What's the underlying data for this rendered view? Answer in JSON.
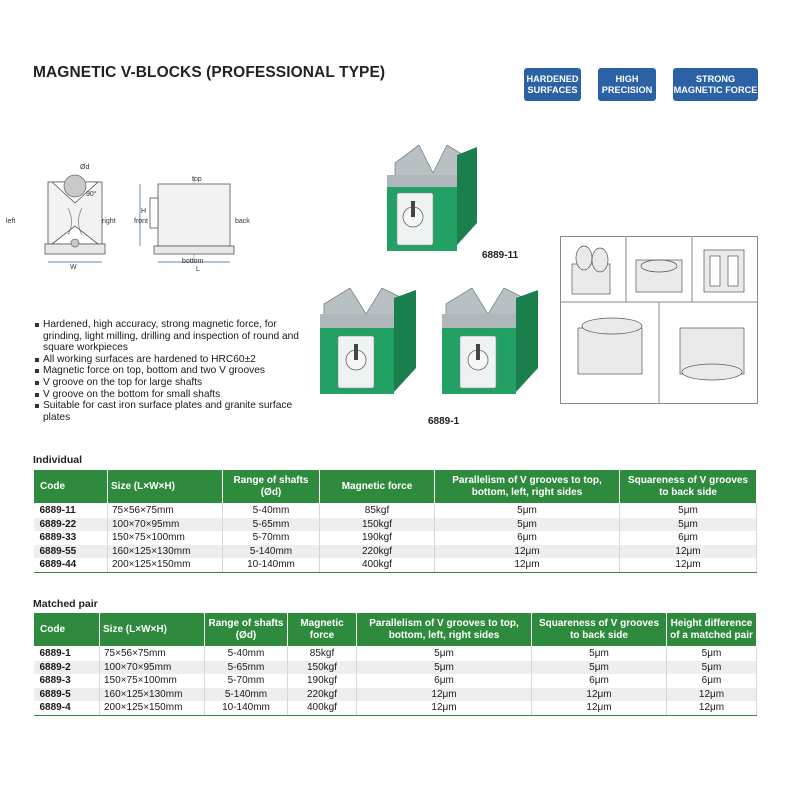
{
  "title": "MAGNETIC V-BLOCKS (PROFESSIONAL TYPE)",
  "badges": [
    {
      "line1": "HARDENED",
      "line2": "SURFACES"
    },
    {
      "line1": "HIGH",
      "line2": "PRECISION"
    },
    {
      "line1": "STRONG",
      "line2": "MAGNETIC FORCE"
    }
  ],
  "diagram_labels": {
    "top": "top",
    "left": "left",
    "right": "right",
    "front": "front",
    "back": "back",
    "bottom": "bottom",
    "W": "W",
    "L": "L",
    "H": "H",
    "d": "Ød",
    "angle": "90°"
  },
  "models": {
    "single": "6889-11",
    "pair": "6889-1"
  },
  "features": [
    "Hardened, high accuracy, strong magnetic force, for grinding, light milling, drilling and inspection of round and square workpieces",
    "All working surfaces are hardened to HRC60±2",
    "Magnetic force on top, bottom and two V grooves",
    "V groove on the top for large shafts",
    "V groove on the bottom for small shafts",
    "Suitable for cast iron surface plates and granite surface plates"
  ],
  "individual": {
    "section_title": "Individual",
    "headers": [
      "Code",
      "Size (L×W×H)",
      "Range of shafts (Ød)",
      "Magnetic force",
      "Parallelism of  V grooves to top, bottom, left, right sides",
      "Squareness of  V grooves to back side"
    ],
    "rows": [
      [
        "6889-11",
        "75×56×75mm",
        "5-40mm",
        "85kgf",
        "5μm",
        "5μm"
      ],
      [
        "6889-22",
        "100×70×95mm",
        "5-65mm",
        "150kgf",
        "5μm",
        "5μm"
      ],
      [
        "6889-33",
        "150×75×100mm",
        "5-70mm",
        "190kgf",
        "6μm",
        "6μm"
      ],
      [
        "6889-55",
        "160×125×130mm",
        "5-140mm",
        "220kgf",
        "12μm",
        "12μm"
      ],
      [
        "6889-44",
        "200×125×150mm",
        "10-140mm",
        "400kgf",
        "12μm",
        "12μm"
      ]
    ]
  },
  "matched": {
    "section_title": "Matched pair",
    "headers": [
      "Code",
      "Size (L×W×H)",
      "Range of shafts (Ød)",
      "Magnetic force",
      "Parallelism of V grooves to top, bottom, left, right sides",
      "Squareness of V grooves to back side",
      "Height difference of a matched pair"
    ],
    "rows": [
      [
        "6889-1",
        "75×56×75mm",
        "5-40mm",
        "85kgf",
        "5μm",
        "5μm",
        "5μm"
      ],
      [
        "6889-2",
        "100×70×95mm",
        "5-65mm",
        "150kgf",
        "5μm",
        "5μm",
        "5μm"
      ],
      [
        "6889-3",
        "150×75×100mm",
        "5-70mm",
        "190kgf",
        "6μm",
        "6μm",
        "6μm"
      ],
      [
        "6889-5",
        "160×125×130mm",
        "5-140mm",
        "220kgf",
        "12μm",
        "12μm",
        "12μm"
      ],
      [
        "6889-4",
        "200×125×150mm",
        "10-140mm",
        "400kgf",
        "12μm",
        "12μm",
        "12μm"
      ]
    ]
  },
  "colors": {
    "header_green": "#2e8b3e",
    "badge_blue": "#2b62a6",
    "block_green": "#23a063"
  }
}
